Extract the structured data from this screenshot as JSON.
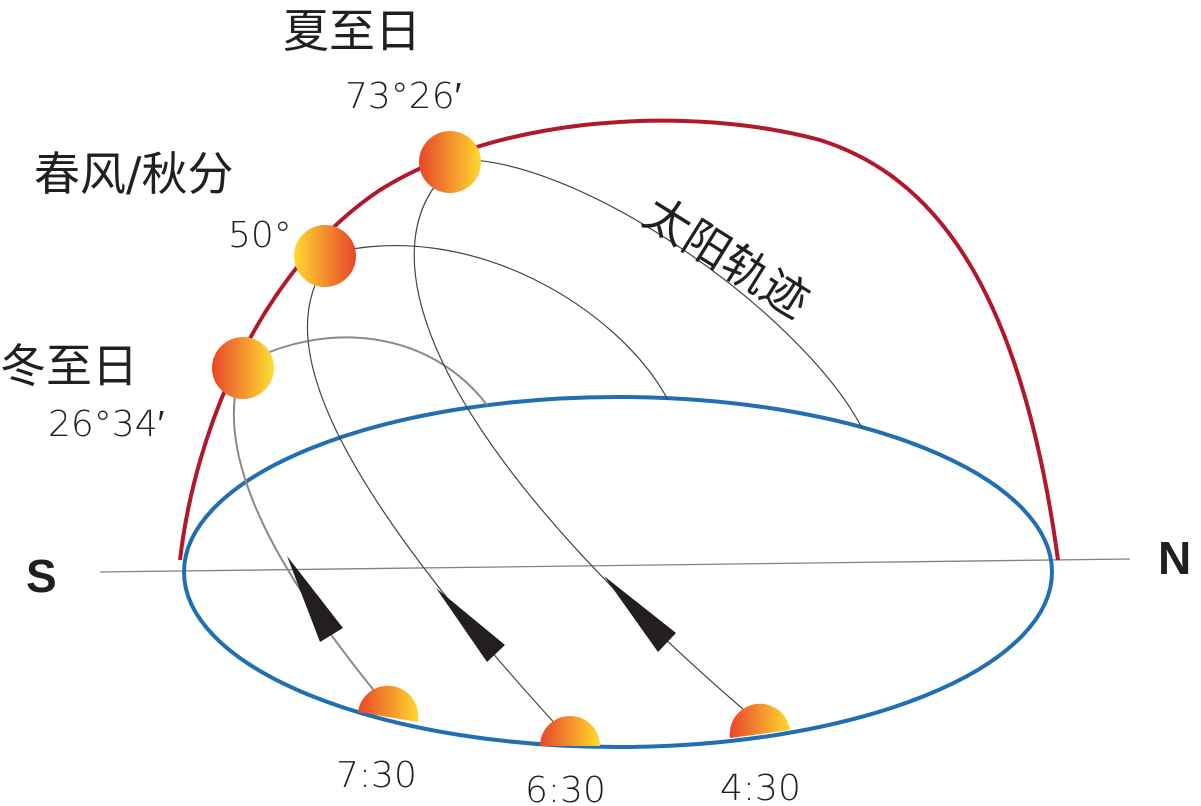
{
  "labels": {
    "summer_solstice": "夏至日",
    "summer_angle": "73°26′",
    "equinox": "春风/秋分",
    "equinox_angle": "50°",
    "winter_solstice": "冬至日",
    "winter_angle": "26°34′",
    "sun_path": "太阳轨迹",
    "south": "S",
    "north": "N",
    "sunrise_winter": "7:30",
    "sunrise_equinox": "6:30",
    "sunrise_summer": "4:30"
  },
  "colors": {
    "meridian_arc": "#b2182b",
    "horizon_ellipse": "#1f6fb2",
    "sun_path_line": "#444444",
    "winter_path_line": "#8a8a8a",
    "horizon_line": "#8c7f7a",
    "arrow": "#231f20",
    "sun_light": "#ffd92e",
    "sun_dark": "#e8452b"
  }
}
